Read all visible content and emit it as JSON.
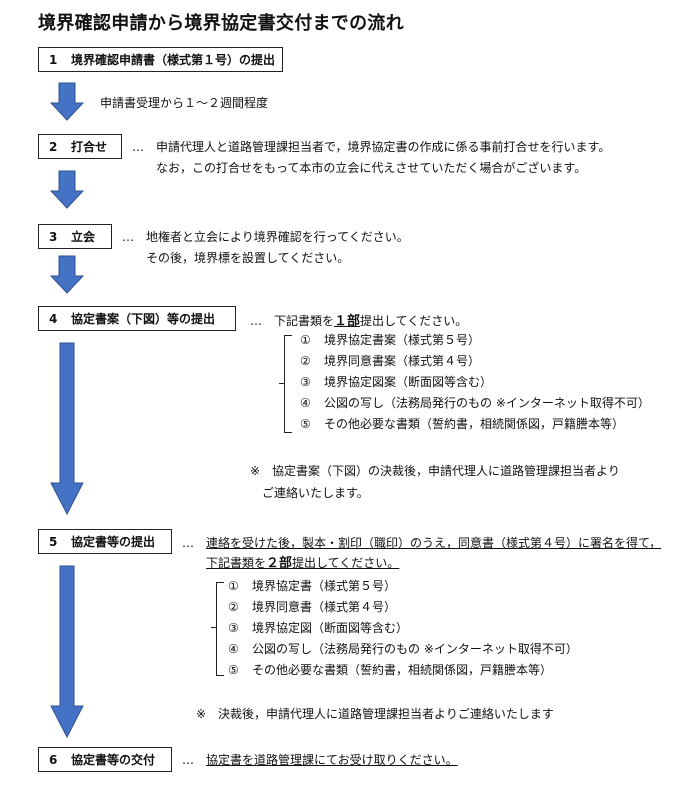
{
  "title": "境界確認申請から境界協定書交付までの流れ",
  "colors": {
    "arrow_fill": "#4472c4",
    "arrow_stroke": "#2f528f",
    "border": "#222222"
  },
  "steps": [
    {
      "num": "1",
      "label": "境界確認申請書（様式第１号）の提出"
    },
    {
      "num": "2",
      "label": "打合せ"
    },
    {
      "num": "3",
      "label": "立会"
    },
    {
      "num": "4",
      "label": "協定書案（下図）等の提出"
    },
    {
      "num": "5",
      "label": "協定書等の提出"
    },
    {
      "num": "6",
      "label": "協定書等の交付"
    }
  ],
  "notes": {
    "between_1_2": "申請書受理から１～２週間程度",
    "ellipsis": "…",
    "step2": [
      "申請代理人と道路管理課担当者で，境界協定書の作成に係る事前打合せを行います。",
      "なお，この打合せをもって本市の立会に代えさせていただく場合がございます。"
    ],
    "step3": [
      "地権者と立会により境界確認を行ってください。",
      "その後，境界標を設置してください。"
    ],
    "step4": {
      "prefix": "下記書類を",
      "count": "１部",
      "suffix": "提出してください。"
    },
    "step4_items": [
      {
        "mark": "①",
        "text": "境界協定書案（様式第５号）"
      },
      {
        "mark": "②",
        "text": "境界同意書案（様式第４号）"
      },
      {
        "mark": "③",
        "text": "境界協定図案（断面図等含む）"
      },
      {
        "mark": "④",
        "text": "公図の写し（法務局発行のもの ※インターネット取得不可）"
      },
      {
        "mark": "⑤",
        "text": "その他必要な書類（誓約書，相続関係図，戸籍謄本等）"
      }
    ],
    "step4_remark": [
      "※　協定書案（下図）の決裁後，申請代理人に道路管理課担当者より",
      "ご連絡いたします。"
    ],
    "step5": {
      "line1": "連絡を受けた後，製本・割印（職印）のうえ，同意書（様式第４号）に署名を得て，",
      "prefix": "下記書類を",
      "count": "２部",
      "suffix": "提出してください。"
    },
    "step5_items": [
      {
        "mark": "①",
        "text": "境界協定書（様式第５号）"
      },
      {
        "mark": "②",
        "text": "境界同意書（様式第４号）"
      },
      {
        "mark": "③",
        "text": "境界協定図（断面図等含む）"
      },
      {
        "mark": "④",
        "text": "公図の写し（法務局発行のもの ※インターネット取得不可）"
      },
      {
        "mark": "⑤",
        "text": "その他必要な書類（誓約書，相続関係図，戸籍謄本等）"
      }
    ],
    "step5_remark": "※　決裁後，申請代理人に道路管理課担当者よりご連絡いたします",
    "step6": {
      "prefix": "協定書を",
      "place": "道路管理課",
      "suffix": "にてお受け取りください。"
    }
  }
}
